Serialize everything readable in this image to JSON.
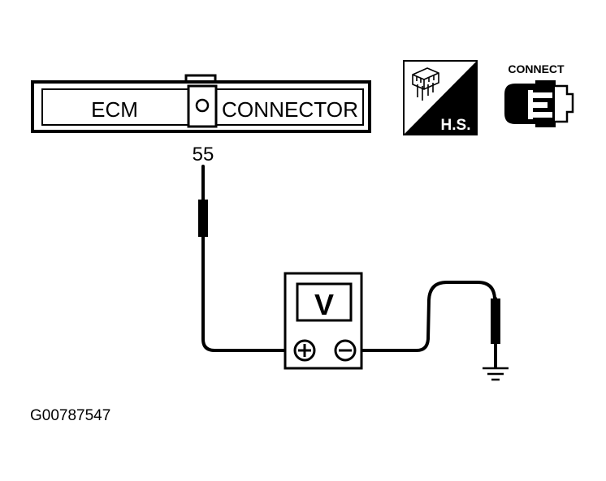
{
  "connector": {
    "left_label": "ECM",
    "right_label": "CONNECTOR",
    "pin_number": "55"
  },
  "icons": {
    "harness_side_label": "H.S.",
    "connect_label": "CONNECT"
  },
  "meter": {
    "display": "V",
    "positive_terminal": "+",
    "negative_terminal": "-"
  },
  "figure_id": "G00787547",
  "colors": {
    "ink": "#000000",
    "background": "#ffffff"
  }
}
